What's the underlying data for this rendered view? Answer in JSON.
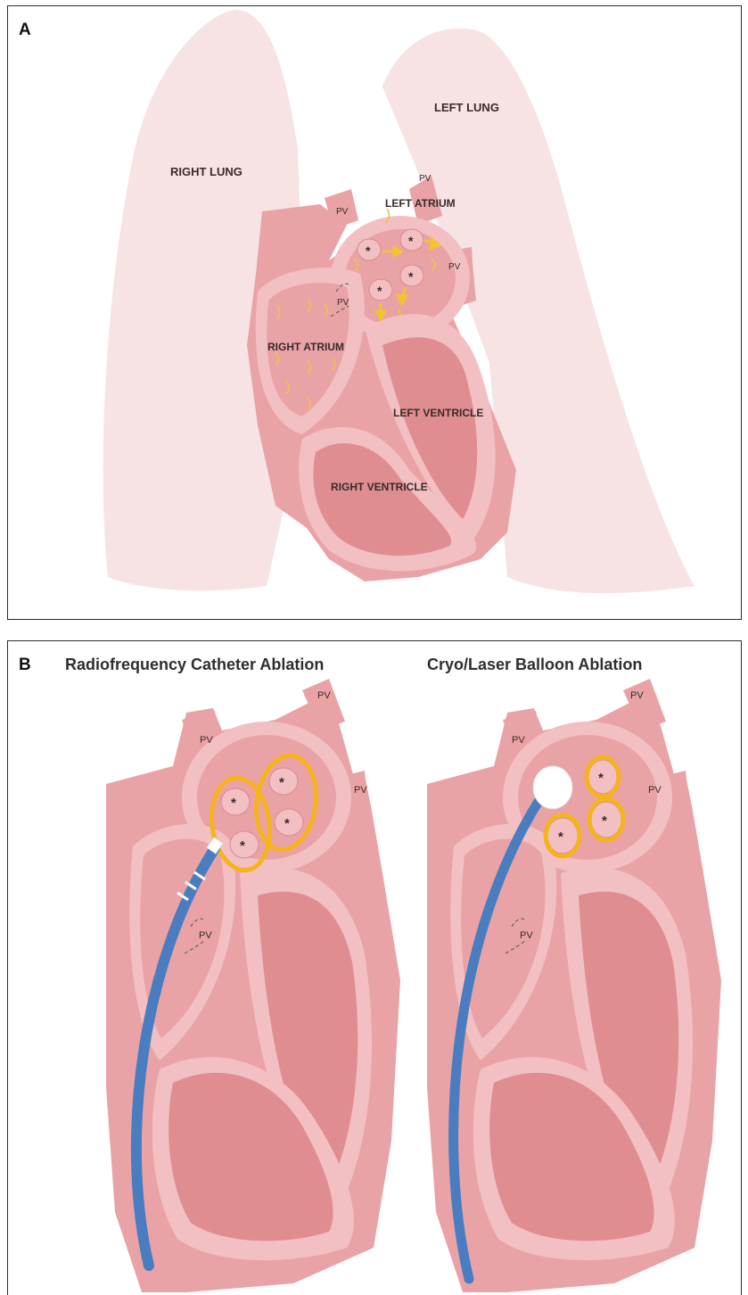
{
  "panel_a": {
    "letter": "A",
    "labels": {
      "right_lung": "RIGHT LUNG",
      "left_lung": "LEFT LUNG",
      "left_atrium": "LEFT ATRIUM",
      "right_atrium": "RIGHT ATRIUM",
      "left_ventricle": "LEFT VENTRICLE",
      "right_ventricle": "RIGHT VENTRICLE",
      "pv": "PV"
    },
    "focus_marker": "*"
  },
  "panel_b": {
    "letter": "B",
    "left_title": "Radiofrequency Catheter Ablation",
    "right_title": "Cryo/Laser Balloon Ablation",
    "pv": "PV",
    "focus_marker": "*"
  },
  "colors": {
    "lung": "#f7e3e4",
    "heart_light": "#f2c0c2",
    "heart_mid": "#e9a3a6",
    "heart_dark": "#df8d91",
    "ring": "#f5b41c",
    "catheter": "#4a7dc0",
    "arrow": "#f3c52a"
  }
}
